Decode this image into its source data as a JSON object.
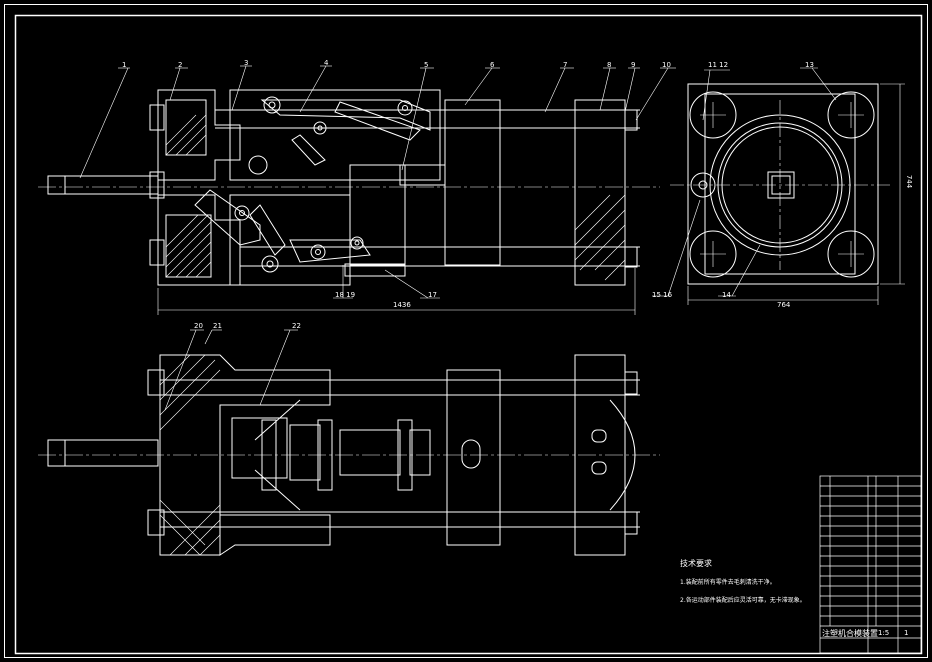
{
  "balloons": [
    "1",
    "2",
    "3",
    "4",
    "5",
    "6",
    "7",
    "8",
    "9",
    "10",
    "11 12",
    "13",
    "14",
    "15 16",
    "17",
    "18 19",
    "20",
    "21",
    "22"
  ],
  "dimensions": {
    "overall_length": "1436",
    "side_width": "764",
    "side_height": "744"
  },
  "technical_requirements": {
    "heading": "技术要求",
    "items": [
      "1.装配前所有零件去毛刺清洗干净。",
      "2.各运动部件装配后应灵活可靠，无卡滞现象。"
    ]
  },
  "title_block": {
    "drawing_name": "注塑机合模装置",
    "scale": "1:5",
    "sheet": "1"
  },
  "colors": {
    "background": "#000000",
    "line": "#ffffff"
  }
}
